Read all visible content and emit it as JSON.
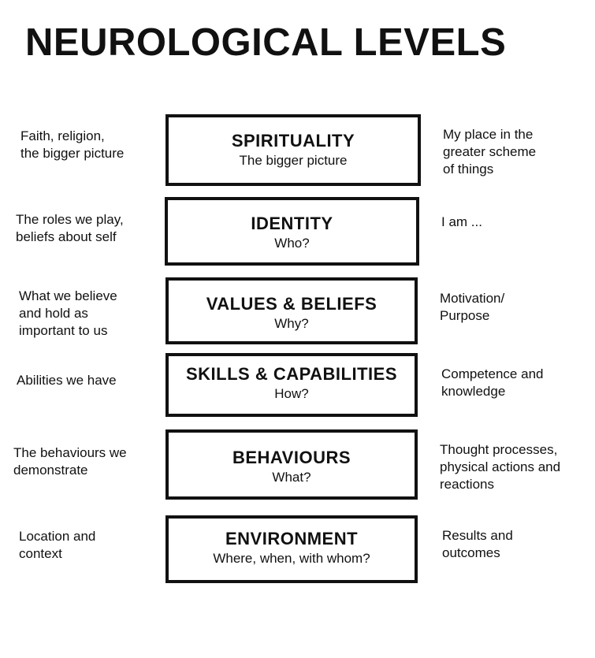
{
  "title": "NEUROLOGICAL LEVELS",
  "levels": [
    {
      "name": "SPIRITUALITY",
      "question": "The bigger picture",
      "left": "Faith, religion,\nthe bigger picture",
      "right": "My place in the\ngreater scheme\nof things"
    },
    {
      "name": "IDENTITY",
      "question": "Who?",
      "left": "The roles we play,\nbeliefs about self",
      "right": "I am ..."
    },
    {
      "name": "VALUES & BELIEFS",
      "question": "Why?",
      "left": "What we believe\nand hold as\nimportant to us",
      "right": "Motivation/\nPurpose"
    },
    {
      "name": "SKILLS & CAPABILITIES",
      "question": "How?",
      "left": "Abilities we have",
      "right": "Competence and\nknowledge"
    },
    {
      "name": "BEHAVIOURS",
      "question": "What?",
      "left": "The behaviours we\ndemonstrate",
      "right": "Thought processes,\nphysical actions and\nreactions"
    },
    {
      "name": "ENVIRONMENT",
      "question": "Where, when, with whom?",
      "left": "Location and\ncontext",
      "right": "Results and\noutcomes"
    }
  ]
}
